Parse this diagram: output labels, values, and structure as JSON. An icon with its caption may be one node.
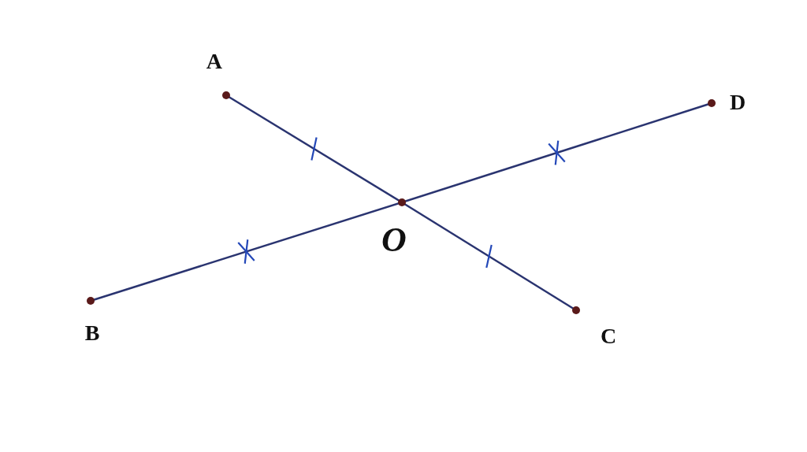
{
  "diagram": {
    "nodes": [
      {
        "text": [
          "A"
        ]
      },
      {
        "text": [
          "D"
        ]
      },
      {
        "text": [
          "O"
        ]
      },
      {
        "text": [
          "B"
        ]
      },
      {
        "text": [
          "C"
        ]
      }
    ],
    "edges": [
      {
        "from": 0,
        "to": 2,
        "arrow": "none"
      },
      {
        "from": 2,
        "to": 4,
        "arrow": "none"
      },
      {
        "from": 3,
        "to": 2,
        "arrow": "none"
      },
      {
        "from": 2,
        "to": 1,
        "arrow": "none"
      }
    ]
  }
}
